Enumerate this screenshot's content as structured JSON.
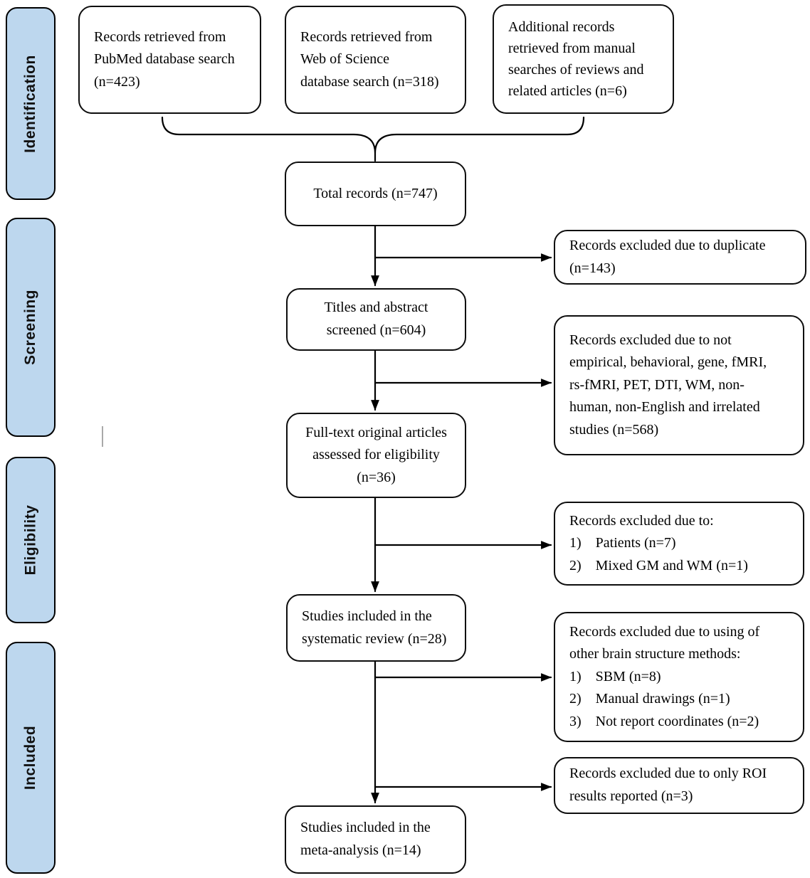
{
  "stages": [
    {
      "label": "Identification"
    },
    {
      "label": "Screening"
    },
    {
      "label": "Eligibility"
    },
    {
      "label": "Included"
    }
  ],
  "sources": [
    {
      "text": "Records retrieved from\nPubMed database search\n(n=423)",
      "n": 423
    },
    {
      "text": "Records retrieved from\nWeb of Science\ndatabase search (n=318)",
      "n": 318
    },
    {
      "text": "Additional records\nretrieved from manual\nsearches of reviews and\nrelated articles (n=6)",
      "n": 6
    }
  ],
  "main_flow": [
    {
      "text": "Total records (n=747)",
      "n": 747
    },
    {
      "text": "Titles and abstract\nscreened (n=604)",
      "n": 604
    },
    {
      "text": "Full-text original articles\nassessed for eligibility\n(n=36)",
      "n": 36
    },
    {
      "text": "Studies included in the\nsystematic review (n=28)",
      "n": 28
    },
    {
      "text": "Studies included in the\nmeta-analysis (n=14)",
      "n": 14
    }
  ],
  "exclusions": [
    {
      "text": "Records excluded due to duplicate\n(n=143)",
      "n": 143
    },
    {
      "text": "Records excluded due to not\nempirical, behavioral, gene, fMRI,\nrs-fMRI, PET, DTI, WM, non-\nhuman, non-English and irrelated\nstudies (n=568)",
      "n": 568
    },
    {
      "text": "Records excluded due to:\n1) Patients (n=7)\n2) Mixed GM and WM (n=1)"
    },
    {
      "text": "Records excluded due to using of\nother brain structure methods:\n1) SBM (n=8)\n2) Manual drawings (n=1)\n3) Not report coordinates (n=2)"
    },
    {
      "text": "Records excluded due to only ROI\nresults reported (n=3)",
      "n": 3
    }
  ],
  "colors": {
    "stage_fill": "#bdd7ee",
    "stage_border": "#000000",
    "box_border": "#0d0d0d",
    "arrow": "#000000",
    "background": "#ffffff"
  }
}
